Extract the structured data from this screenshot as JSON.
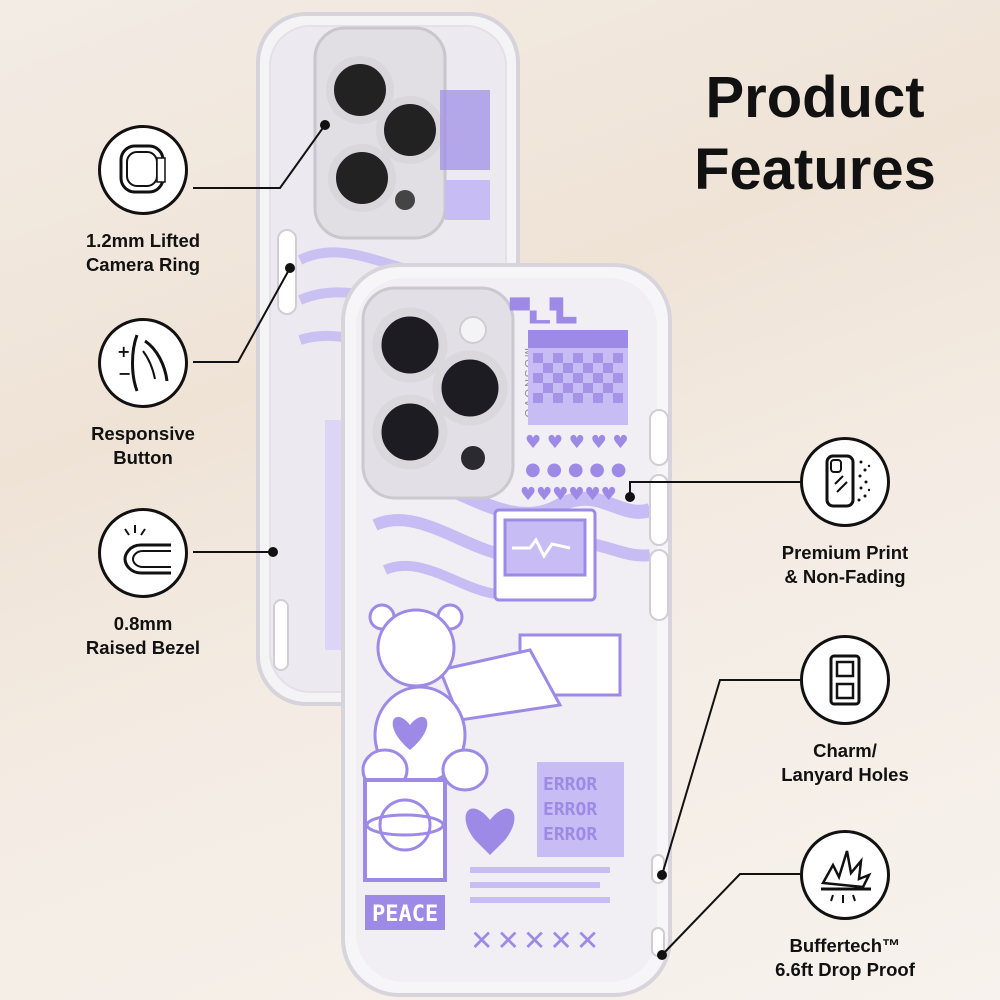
{
  "title": {
    "line1": "Product",
    "line2": "Features"
  },
  "features": [
    {
      "icon": "camera-ring-icon",
      "label": "1.2mm Lifted\nCamera Ring"
    },
    {
      "icon": "responsive-button-icon",
      "label": "Responsive\nButton"
    },
    {
      "icon": "raised-bezel-icon",
      "label": "0.8mm\nRaised Bezel"
    },
    {
      "icon": "premium-print-icon",
      "label": "Premium Print\n& Non-Fading"
    },
    {
      "icon": "charm-holes-icon",
      "label": "Charm/\nLanyard Holes"
    },
    {
      "icon": "drop-proof-icon",
      "label": "Buffertech™\n6.6ft Drop Proof"
    }
  ],
  "case_print": {
    "brand": "MOSNOVO",
    "error_text": "ERROR",
    "peace_text": "PEACE",
    "pixel_text": "▀▚▁▜▂",
    "xo_text": "✕✕✕✕✕"
  },
  "colors": {
    "accent_purple": "#9d8ae6",
    "light_purple": "#c7bcf3",
    "line": "#111111"
  }
}
